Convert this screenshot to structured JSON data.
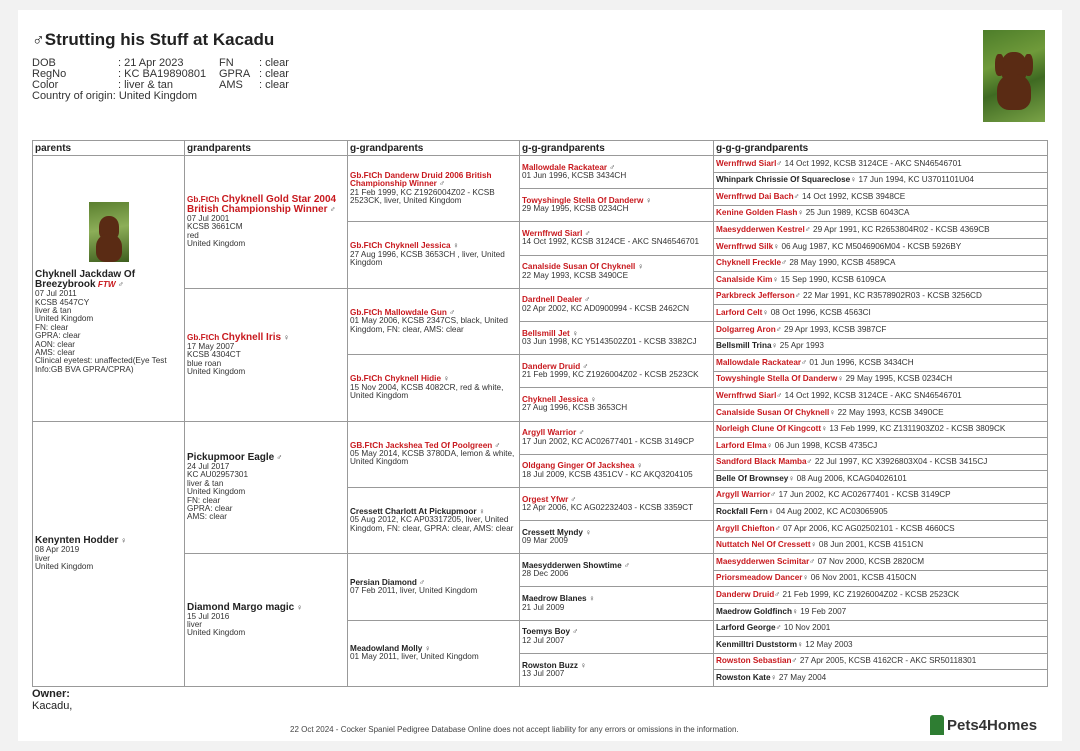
{
  "header": {
    "title": "♂Strutting his Stuff at Kacadu",
    "rows": [
      [
        "DOB",
        ": 21 Apr 2023",
        "FN",
        ": clear"
      ],
      [
        "RegNo",
        ": KC BA19890801",
        "GPRA",
        ": clear"
      ],
      [
        "Color",
        ": liver & tan",
        "AMS",
        ": clear"
      ],
      [
        "Country of origin",
        ": United Kingdom",
        "",
        ""
      ]
    ]
  },
  "columns": [
    "parents",
    "grandparents",
    "g-grandparents",
    "g-g-grandparents",
    "g-g-g-grandparents"
  ],
  "p": [
    {
      "name": "Chyknell Jackdaw Of Breezybrook",
      "suffix": "FTW",
      "sex": "♂",
      "info": "07 Jul 2011\nKCSB 4547CY\nliver & tan\nUnited Kingdom\nFN: clear\nGPRA: clear\nAON: clear\nAMS: clear\nClinical eyetest: unaffected(Eye Test Info:GB BVA GPRA/CPRA)"
    },
    {
      "name": "Kenynten Hodder",
      "suffix": "",
      "sex": "♀",
      "info": "08 Apr 2019\nliver\nUnited Kingdom"
    }
  ],
  "gp": [
    {
      "title": "Gb.FtCh",
      "name": "Chyknell Gold Star 2004 British Championship Winner",
      "sex": "♂",
      "info": "07 Jul 2001\nKCSB 3661CM\nred\nUnited Kingdom",
      "red": true
    },
    {
      "title": "Gb.FtCh",
      "name": "Chyknell Iris",
      "sex": "♀",
      "info": "17 May 2007\nKCSB 4304CT\nblue roan\nUnited Kingdom",
      "red": true
    },
    {
      "title": "",
      "name": "Pickupmoor Eagle",
      "sex": "♂",
      "info": "24 Jul 2017\nKC AU02957301\nliver & tan\nUnited Kingdom\nFN: clear\nGPRA: clear\nAMS: clear",
      "red": false
    },
    {
      "title": "",
      "name": "Diamond Margo magic",
      "sex": "♀",
      "info": "15 Jul 2016\nliver\nUnited Kingdom",
      "red": false
    }
  ],
  "ggp": [
    {
      "title": "Gb.FtCh",
      "name": "Danderw Druid 2006 British Championship Winner",
      "sex": "♂",
      "info": "21 Feb 1999, KC Z1926004Z02 - KCSB 2523CK, liver, United Kingdom",
      "red": true
    },
    {
      "title": "Gb.FtCh",
      "name": "Chyknell Jessica",
      "sex": "♀",
      "info": "27 Aug 1996, KCSB 3653CH , liver, United Kingdom",
      "red": true
    },
    {
      "title": "Gb.FtCh",
      "name": "Mallowdale Gun",
      "sex": "♂",
      "info": "01 May 2006, KCSB 2347CS, black, United Kingdom, FN: clear, AMS: clear",
      "red": true
    },
    {
      "title": "Gb.FtCh",
      "name": "Chyknell Hidie",
      "sex": "♀",
      "info": "15 Nov 2004, KCSB 4082CR, red & white, United Kingdom",
      "red": true
    },
    {
      "title": "GB.FtCh",
      "name": "Jackshea Ted Of Poolgreen",
      "sex": "♂",
      "info": "05 May 2014, KCSB 3780DA, lemon & white, United Kingdom",
      "red": true
    },
    {
      "title": "",
      "name": "Cressett Charlott At Pickupmoor",
      "sex": "♀",
      "info": "05 Aug 2012, KC AP03317205, liver, United Kingdom, FN: clear, GPRA: clear, AMS: clear",
      "red": false
    },
    {
      "title": "",
      "name": "Persian Diamond",
      "sex": "♂",
      "info": "07 Feb 2011, liver, United Kingdom",
      "red": false
    },
    {
      "title": "",
      "name": "Meadowland Molly",
      "sex": "♀",
      "info": "01 May 2011, liver, United Kingdom",
      "red": false
    }
  ],
  "g3": [
    {
      "name": "Mallowdale Rackatear",
      "sex": "♂",
      "info": "01 Jun 1996, KCSB 3434CH",
      "red": true
    },
    {
      "name": "Towyshingle Stella Of Danderw",
      "sex": "♀",
      "info": "29 May 1995, KCSB 0234CH",
      "red": true
    },
    {
      "name": "Wernffrwd Siarl",
      "sex": "♂",
      "info": "14 Oct 1992, KCSB 3124CE - AKC SN46546701",
      "red": true
    },
    {
      "name": "Canalside Susan Of Chyknell",
      "sex": "♀",
      "info": "22 May 1993, KCSB 3490CE",
      "red": true
    },
    {
      "name": "Dardnell Dealer",
      "sex": "♂",
      "info": "02 Apr 2002, KC AD0900994 - KCSB 2462CN",
      "red": true
    },
    {
      "name": "Bellsmill Jet",
      "sex": "♀",
      "info": "03 Jun 1998, KC Y5143502Z01 - KCSB 3382CJ",
      "red": true
    },
    {
      "name": "Danderw Druid",
      "sex": "♂",
      "info": "21 Feb 1999, KC Z1926004Z02 - KCSB 2523CK",
      "red": true
    },
    {
      "name": "Chyknell Jessica",
      "sex": "♀",
      "info": "27 Aug 1996, KCSB 3653CH",
      "red": true
    },
    {
      "name": "Argyll Warrior",
      "sex": "♂",
      "info": "17 Jun 2002, KC AC02677401 - KCSB 3149CP",
      "red": true
    },
    {
      "name": "Oldgang Ginger Of Jackshea",
      "sex": "♀",
      "info": "18 Jul 2009, KCSB 4351CV - KC AKQ3204105",
      "red": true
    },
    {
      "name": "Orgest Yfwr",
      "sex": "♂",
      "info": "12 Apr 2006, KC AG02232403 - KCSB 3359CT",
      "red": true
    },
    {
      "name": "Cressett Myndy",
      "sex": "♀",
      "info": "09 Mar 2009",
      "red": false
    },
    {
      "name": "Maesydderwen Showtime",
      "sex": "♂",
      "info": "28 Dec 2006",
      "red": false
    },
    {
      "name": "Maedrow Blanes",
      "sex": "♀",
      "info": "21 Jul 2009",
      "red": false
    },
    {
      "name": "Toemys Boy",
      "sex": "♂",
      "info": "12 Jul 2007",
      "red": false
    },
    {
      "name": "Rowston Buzz",
      "sex": "♀",
      "info": "13 Jul 2007",
      "red": false
    }
  ],
  "g4": [
    {
      "name": "Wernffrwd Siarl",
      "sex": "♂",
      "info": "14 Oct 1992, KCSB 3124CE - AKC SN46546701",
      "red": true
    },
    {
      "name": "Whinpark Chrissie Of Squareclose",
      "sex": "♀",
      "info": "17 Jun 1994, KC U3701101U04",
      "red": false
    },
    {
      "name": "Wernffrwd Dai Bach",
      "sex": "♂",
      "info": "14 Oct 1992, KCSB 3948CE",
      "red": true
    },
    {
      "name": "Kenine Golden Flash",
      "sex": "♀",
      "info": "25 Jun 1989, KCSB 6043CA",
      "red": true
    },
    {
      "name": "Maesydderwen Kestrel",
      "sex": "♂",
      "info": "29 Apr 1991, KC R2653804R02 - KCSB 4369CB",
      "red": true
    },
    {
      "name": "Wernffrwd Silk",
      "sex": "♀",
      "info": "06 Aug 1987, KC M5046906M04 - KCSB 5926BY",
      "red": true
    },
    {
      "name": "Chyknell Freckle",
      "sex": "♂",
      "info": "28 May 1990, KCSB 4589CA",
      "red": true
    },
    {
      "name": "Canalside Kim",
      "sex": "♀",
      "info": "15 Sep 1990, KCSB 6109CA",
      "red": true
    },
    {
      "name": "Parkbreck Jefferson",
      "sex": "♂",
      "info": "22 Mar 1991, KC R3578902R03 - KCSB 3256CD",
      "red": true
    },
    {
      "name": "Larford Celt",
      "sex": "♀",
      "info": "08 Oct 1996, KCSB 4563CI",
      "red": true
    },
    {
      "name": "Dolgarreg Aron",
      "sex": "♂",
      "info": "29 Apr 1993, KCSB 3987CF",
      "red": true
    },
    {
      "name": "Bellsmill Trina",
      "sex": "♀",
      "info": "25 Apr 1993",
      "red": false
    },
    {
      "name": "Mallowdale Rackatear",
      "sex": "♂",
      "info": "01 Jun 1996, KCSB 3434CH",
      "red": true
    },
    {
      "name": "Towyshingle Stella Of Danderw",
      "sex": "♀",
      "info": "29 May 1995, KCSB 0234CH",
      "red": true
    },
    {
      "name": "Wernffrwd Siarl",
      "sex": "♂",
      "info": "14 Oct 1992, KCSB 3124CE - AKC SN46546701",
      "red": true
    },
    {
      "name": "Canalside Susan Of Chyknell",
      "sex": "♀",
      "info": "22 May 1993, KCSB 3490CE",
      "red": true
    },
    {
      "name": "Norleigh Clune Of Kingcott",
      "sex": "♀",
      "info": "13 Feb 1999, KC Z1311903Z02 - KCSB 3809CK",
      "red": true
    },
    {
      "name": "Larford Elma",
      "sex": "♀",
      "info": "06 Jun 1998, KCSB 4735CJ",
      "red": true
    },
    {
      "name": "Sandford Black Mamba",
      "sex": "♂",
      "info": "22 Jul 1997, KC X3926803X04 - KCSB 3415CJ",
      "red": true
    },
    {
      "name": "Belle Of Brownsey",
      "sex": "♀",
      "info": "08 Aug 2006, KCAG04026101",
      "red": false
    },
    {
      "name": "Argyll Warrior",
      "sex": "♂",
      "info": "17 Jun 2002, KC AC02677401 - KCSB 3149CP",
      "red": true
    },
    {
      "name": "Rockfall Fern",
      "sex": "♀",
      "info": "04 Aug 2002, KC AC03065905",
      "red": false
    },
    {
      "name": "Argyll Chiefton",
      "sex": "♂",
      "info": "07 Apr 2006, KC AG02502101 - KCSB 4660CS",
      "red": true
    },
    {
      "name": "Nuttatch Nel Of Cressett",
      "sex": "♀",
      "info": "08 Jun 2001, KCSB 4151CN",
      "red": true
    },
    {
      "name": "Maesydderwen Scimitar",
      "sex": "♂",
      "info": "07 Nov 2000, KCSB 2820CM",
      "red": true
    },
    {
      "name": "Priorsmeadow Dancer",
      "sex": "♀",
      "info": "06 Nov 2001, KCSB 4150CN",
      "red": true
    },
    {
      "name": "Danderw Druid",
      "sex": "♂",
      "info": "21 Feb 1999, KC Z1926004Z02 - KCSB 2523CK",
      "red": true
    },
    {
      "name": "Maedrow Goldfinch",
      "sex": "♀",
      "info": "19 Feb 2007",
      "red": false
    },
    {
      "name": "Larford George",
      "sex": "♂",
      "info": "10 Nov 2001",
      "red": false
    },
    {
      "name": "Kenmilltri Duststorm",
      "sex": "♀",
      "info": "12 May 2003",
      "red": false
    },
    {
      "name": "Rowston Sebastian",
      "sex": "♂",
      "info": "27 Apr 2005, KCSB 4162CR - AKC SR50118301",
      "red": true
    },
    {
      "name": "Rowston Kate",
      "sex": "♀",
      "info": "27 May 2004",
      "red": false
    }
  ],
  "owner": {
    "label": "Owner:",
    "value": "Kacadu,"
  },
  "footer": "22 Oct 2024 - Cocker Spaniel Pedigree Database Online does not accept liability for any errors or omissions in the information.",
  "logo": "Pets4Homes",
  "colors": {
    "red": "#c8191e",
    "green": "#1e6b2c"
  }
}
